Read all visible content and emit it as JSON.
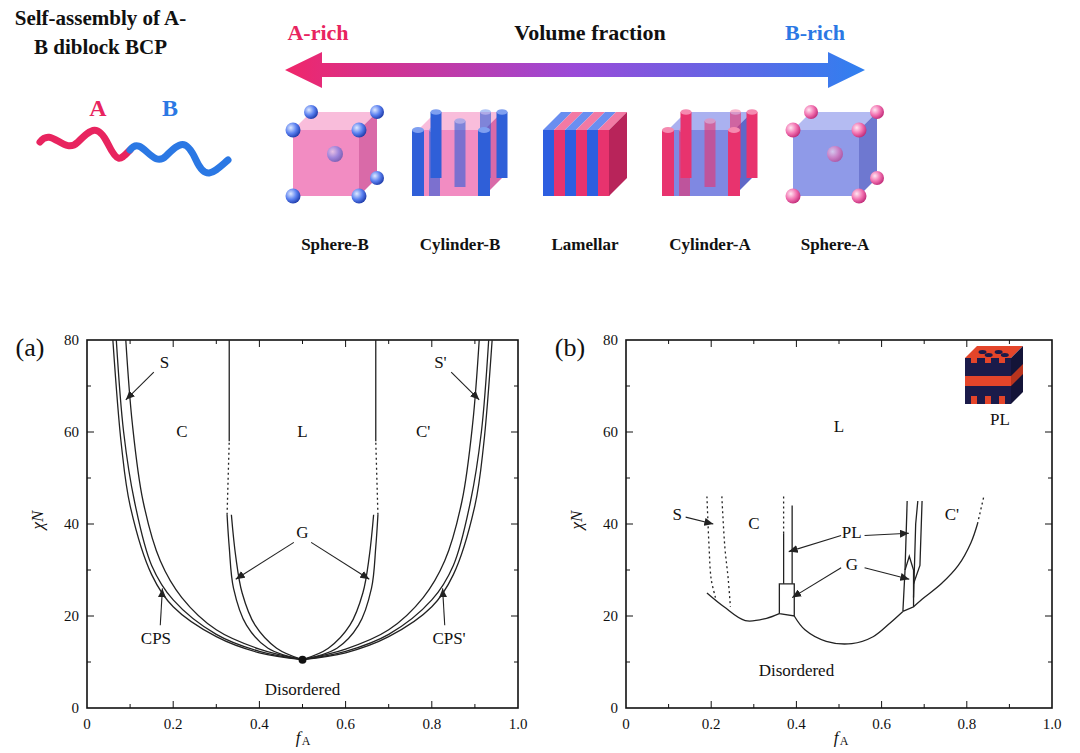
{
  "diagram": {
    "title": "Self-assembly of A-B diblock BCP",
    "labels": [
      "A",
      "B",
      "A-rich",
      "Volume fraction",
      "B-rich",
      "Sphere-B",
      "Cylinder-B",
      "Lamellar",
      "Cylinder-A",
      "Sphere-A",
      "(a)",
      "0",
      "20",
      "40",
      "60",
      "80",
      "0",
      "0.2",
      "0.4",
      "0.6",
      "0.8",
      "1.0",
      "χN",
      "f",
      "A",
      "S",
      "C",
      "L",
      "C'",
      "S'",
      "G",
      "CPS",
      "CPS'",
      "Disordered",
      "(b)",
      "0",
      "20",
      "40",
      "60",
      "80",
      "0",
      "0.2",
      "0.4",
      "0.6",
      "0.8",
      "1.0",
      "χN",
      "f",
      "A",
      "S",
      "C",
      "L",
      "PL",
      "G",
      "C'",
      "Disordered",
      "PL"
    ]
  }
}
